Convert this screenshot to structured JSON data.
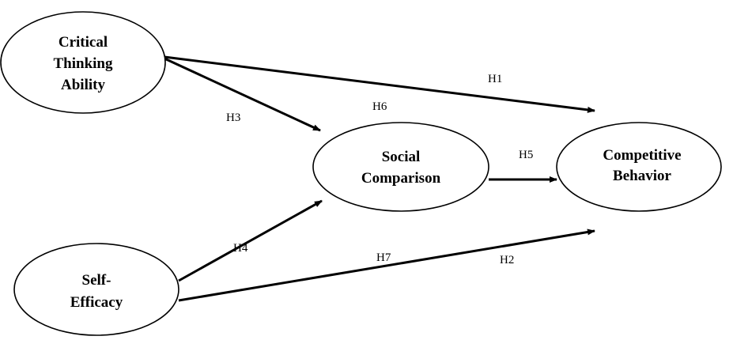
{
  "nodes": {
    "critical_thinking": {
      "lines": [
        "Critical",
        "Thinking",
        "Ability"
      ]
    },
    "self_efficacy": {
      "lines": [
        "Self-",
        "Efficacy"
      ]
    },
    "social_comparison": {
      "lines": [
        "Social",
        "Comparison"
      ]
    },
    "competitive_behavior": {
      "lines": [
        "Competitive",
        "Behavior"
      ]
    }
  },
  "paths": {
    "h1": "H1",
    "h2": "H2",
    "h3": "H3",
    "h4": "H4",
    "h5": "H5",
    "h6": "H6",
    "h7": "H7"
  },
  "colors": {
    "stroke": "#000000",
    "background": "#ffffff"
  }
}
